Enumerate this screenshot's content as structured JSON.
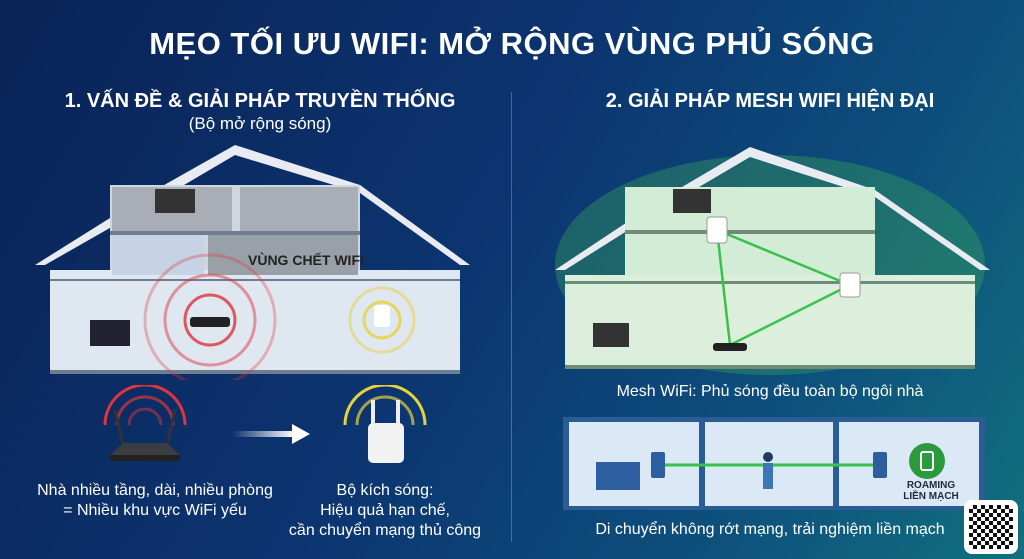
{
  "title": "MẸO TỐI ƯU WIFI: MỞ RỘNG VÙNG PHỦ SÓNG",
  "left": {
    "heading": "1. VẤN ĐỀ & GIẢI PHÁP TRUYỀN THỐNG",
    "subheading": "(Bộ mở rộng sóng)",
    "dead_zone_label": "VÙNG CHẾT WIFI",
    "router_caption": [
      "Nhà nhiều tầng, dài, nhiều phòng",
      "= Nhiều khu vực WiFi yếu"
    ],
    "extender_caption": [
      "Bộ kích sóng:",
      "Hiệu quả hạn chế,",
      "cần chuyển mạng thủ công"
    ]
  },
  "right": {
    "heading": "2. GIẢI PHÁP MESH WIFI HIỆN ĐẠI",
    "mesh_caption": "Mesh WiFi: Phủ sóng đều toàn bộ ngôi nhà",
    "roaming_badge": [
      "ROAMING",
      "LIỀN MẠCH"
    ],
    "roaming_caption": "Di chuyển không rớt mạng, trải nghiệm liền mạch"
  },
  "colors": {
    "weak": "#e0343a",
    "extender": "#e8d23a",
    "mesh": "#37c24a"
  }
}
